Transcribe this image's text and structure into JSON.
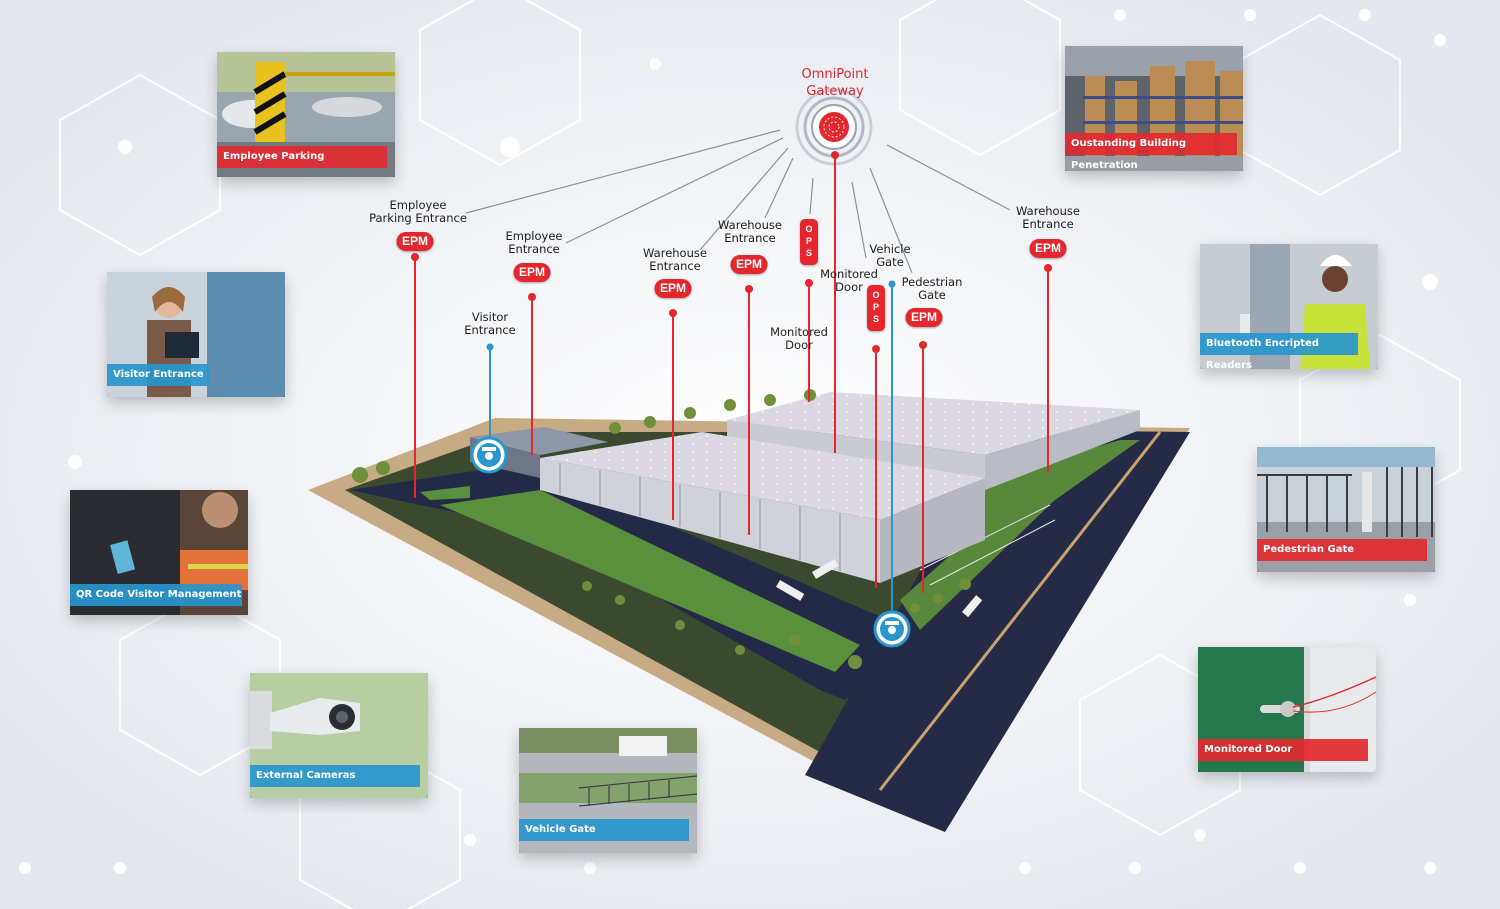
{
  "gateway": {
    "line1": "OmniPoint",
    "line2": "Gateway"
  },
  "badges": {
    "epm": "EPM",
    "ops": [
      "O",
      "P",
      "S"
    ]
  },
  "labels": {
    "employee_parking_entrance": [
      "Employee",
      "Parking Entrance"
    ],
    "employee_entrance": [
      "Employee",
      "Entrance"
    ],
    "visitor_entrance": [
      "Visitor",
      "Entrance"
    ],
    "warehouse_entrance_a": [
      "Warehouse",
      "Entrance"
    ],
    "warehouse_entrance_b": [
      "Warehouse",
      "Entrance"
    ],
    "warehouse_entrance_c": [
      "Warehouse",
      "Entrance"
    ],
    "monitored_door_a": [
      "Monitored",
      "Door"
    ],
    "monitored_door_b": [
      "Monitored",
      "Door"
    ],
    "vehicle_gate": [
      "Vehicle",
      "Gate"
    ],
    "pedestrian_gate": [
      "Pedestrian",
      "Gate"
    ]
  },
  "cards": {
    "employee_parking": "Employee Parking",
    "visitor_entrance": "Visitor Entrance",
    "qr_code": "QR Code Visitor Management",
    "external_cameras": "External Cameras",
    "vehicle_gate": "Vehicle Gate",
    "outstanding_building": "Oustanding Building Penetration",
    "bluetooth_readers": "Bluetooth Encripted Readers",
    "pedestrian_gate": "Pedestrian Gate",
    "monitored_door": "Monitored Door"
  },
  "colors": {
    "red": "#e6262d",
    "blue": "#2a96cd",
    "asphalt": "#232a45",
    "grass": "#5a8f3c",
    "roof": "#d9d5df"
  },
  "icons": [
    "wifi-gateway-icon",
    "security-guard-icon"
  ]
}
